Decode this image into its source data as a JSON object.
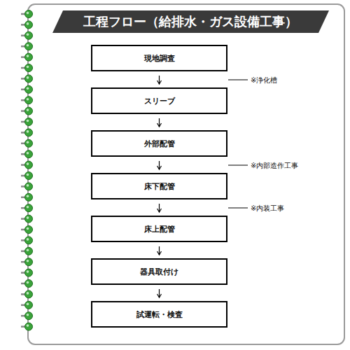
{
  "diagram": {
    "title": "工程フロー（給排水・ガス設備工事）",
    "nodes": [
      {
        "text": [
          "現地調査"
        ]
      },
      {
        "text": [
          "スリーブ"
        ]
      },
      {
        "text": [
          "外部配管"
        ]
      },
      {
        "text": [
          "床下配管"
        ]
      },
      {
        "text": [
          "床上配管"
        ]
      },
      {
        "text": [
          "器具取付け"
        ]
      },
      {
        "text": [
          "試運転・検査"
        ]
      }
    ],
    "edges": [
      {
        "from": 0,
        "to": 1,
        "arrow": "to"
      },
      {
        "from": 1,
        "to": 2,
        "arrow": "to"
      },
      {
        "from": 2,
        "to": 3,
        "arrow": "to"
      },
      {
        "from": 3,
        "to": 4,
        "arrow": "to"
      },
      {
        "from": 4,
        "to": 5,
        "arrow": "to"
      },
      {
        "from": 5,
        "to": 6,
        "arrow": "to"
      }
    ],
    "labels": [
      "※浄化槽",
      "※内部造作工事",
      "※内装工事"
    ]
  }
}
